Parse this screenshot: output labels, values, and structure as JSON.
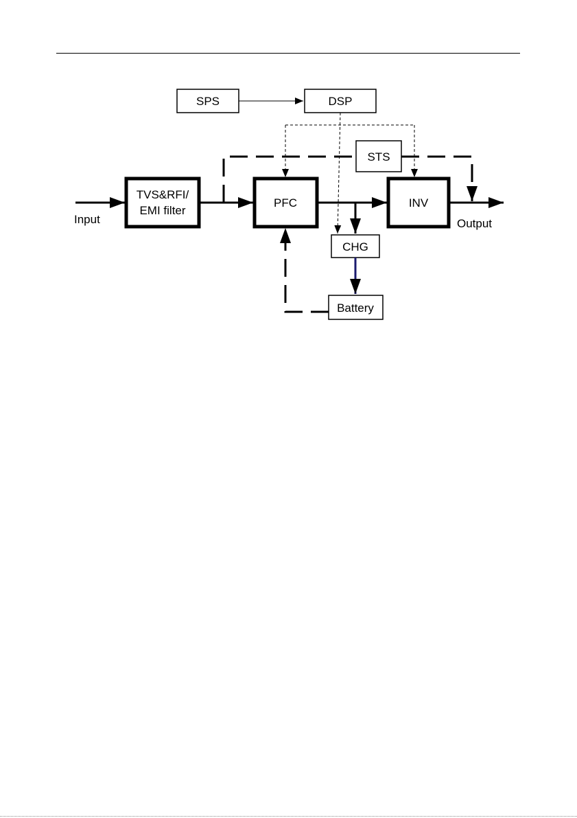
{
  "diagram": {
    "blocks": {
      "sps": "SPS",
      "dsp": "DSP",
      "sts": "STS",
      "filter_line1": "TVS&RFI/",
      "filter_line2": "EMI filter",
      "pfc": "PFC",
      "inv": "INV",
      "chg": "CHG",
      "battery": "Battery"
    },
    "terminals": {
      "input": "Input",
      "output": "Output"
    },
    "colors": {
      "line": "#000000",
      "charge_path": "#1a1a6e"
    }
  }
}
